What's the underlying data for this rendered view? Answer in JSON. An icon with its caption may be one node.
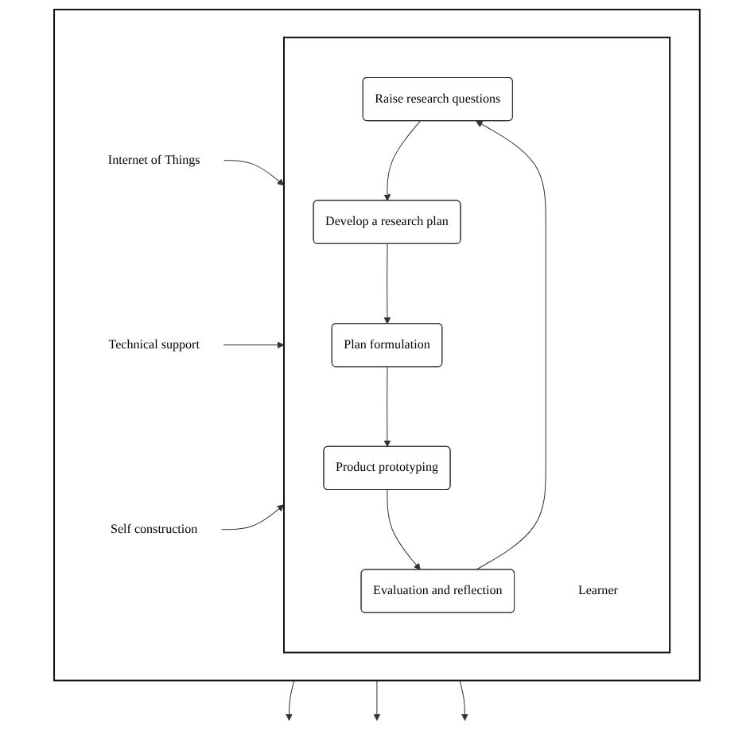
{
  "diagram": {
    "nodes": [
      {
        "text": [],
        "shape": "box"
      },
      {
        "text": [
          "Internet of Things"
        ],
        "in": 0
      },
      {
        "text": [],
        "shape": "box",
        "in": 0
      },
      {
        "text": [
          "Raise research questions"
        ],
        "in": 2
      },
      {
        "text": [
          "Develop a research plan"
        ],
        "in": 2
      },
      {
        "text": [
          "Plan formulation"
        ],
        "in": 2
      },
      {
        "text": [
          "Product prototyping"
        ],
        "in": 2
      },
      {
        "text": [
          "Evaluation and reflection"
        ],
        "in": 2
      },
      {
        "text": [
          "Learner"
        ],
        "in": 2
      },
      {
        "text": [
          "Technical support"
        ],
        "in": 0
      },
      {
        "text": [
          "Self construction"
        ],
        "in": 0
      }
    ],
    "edges": [
      {
        "from": 1,
        "to": 2,
        "arrow": "to"
      },
      {
        "from": 3,
        "to": 4,
        "arrow": "to"
      },
      {
        "from": 4,
        "to": 5,
        "arrow": "to"
      },
      {
        "from": 5,
        "to": 6,
        "arrow": "to"
      },
      {
        "from": 6,
        "to": 7,
        "arrow": "to"
      },
      {
        "from": 7,
        "to": 3,
        "arrow": "to"
      },
      {
        "from": 9,
        "to": 2,
        "arrow": "to"
      },
      {
        "from": 10,
        "to": 2,
        "arrow": "to"
      },
      {
        "from": 0,
        "to": null,
        "arrow": "to"
      },
      {
        "from": 0,
        "to": null,
        "arrow": "to"
      },
      {
        "from": 0,
        "to": null,
        "arrow": "to"
      }
    ]
  }
}
